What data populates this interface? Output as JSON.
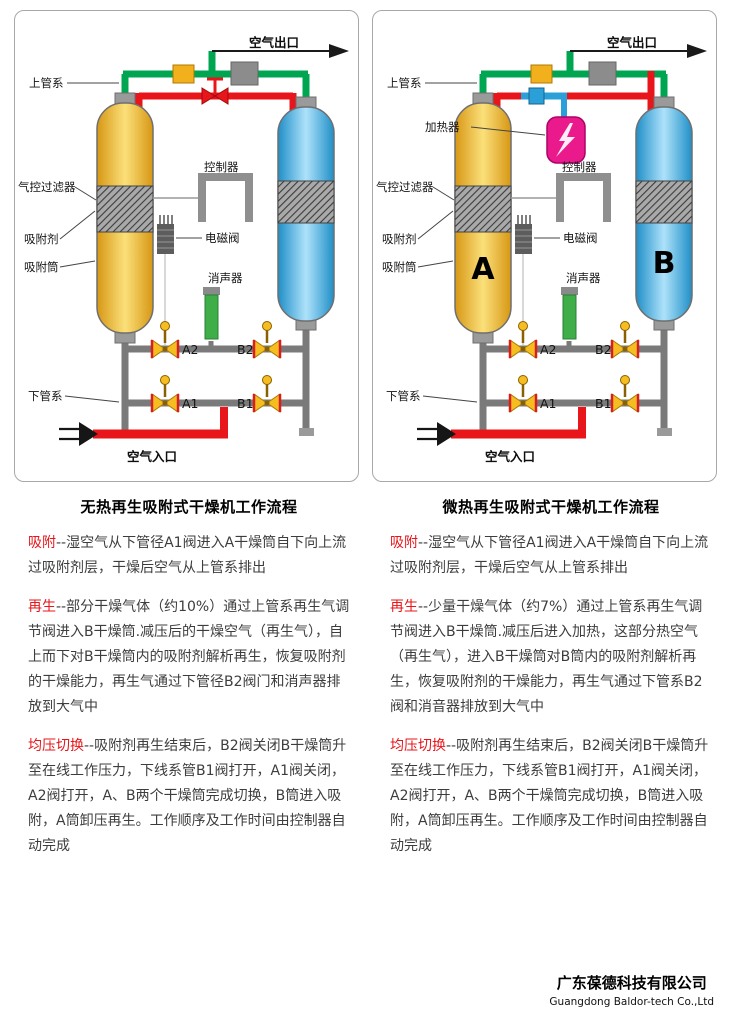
{
  "colors": {
    "pipe_green": "#00a551",
    "pipe_red": "#e8151a",
    "pipe_gray": "#7a7a7a",
    "tank_yellow": "#f0b32a",
    "tank_blue": "#54b8e8",
    "muffler_green": "#3fae49",
    "heater_magenta": "#ea1a8c",
    "valve_yellow": "#f5bd22",
    "keyword_red": "#e8151a"
  },
  "diagram_left": {
    "title": "无热再生吸附式干燥机工作流程",
    "labels": {
      "air_outlet": "空气出口",
      "upper_pipe": "上管系",
      "filter": "气控过滤器",
      "adsorbent": "吸附剂",
      "adsorber_tube": "吸附筒",
      "controller": "控制器",
      "solenoid_valve": "电磁阀",
      "muffler": "消声器",
      "valve_a2": "A2",
      "valve_b2": "B2",
      "valve_a1": "A1",
      "valve_b1": "B1",
      "lower_pipe": "下管系",
      "air_inlet": "空气入口"
    },
    "sections": [
      {
        "keyword": "吸附",
        "text": "--湿空气从下管径A1阀进入A干燥筒自下向上流过吸附剂层，干燥后空气从上管系排出"
      },
      {
        "keyword": "再生",
        "text": "--部分干燥气体（约10%）通过上管系再生气调节阀进入B干燥筒.减压后的干燥空气（再生气），自上而下对B干燥筒内的吸附剂解析再生，恢复吸附剂的干燥能力，再生气通过下管径B2阀门和消声器排放到大气中"
      },
      {
        "keyword": "均压切换",
        "text": "--吸附剂再生结束后，B2阀关闭B干燥筒升至在线工作压力，下线系管B1阀打开，A1阀关闭，A2阀打开，A、B两个干燥筒完成切换，B筒进入吸附，A筒卸压再生。工作顺序及工作时间由控制器自动完成"
      }
    ]
  },
  "diagram_right": {
    "title": "微热再生吸附式干燥机工作流程",
    "labels": {
      "air_outlet": "空气出口",
      "upper_pipe": "上管系",
      "heater": "加热器",
      "filter": "气控过滤器",
      "adsorbent": "吸附剂",
      "adsorber_tube": "吸附筒",
      "controller": "控制器",
      "solenoid_valve": "电磁阀",
      "muffler": "消声器",
      "tank_a": "A",
      "tank_b": "B",
      "valve_a2": "A2",
      "valve_b2": "B2",
      "valve_a1": "A1",
      "valve_b1": "B1",
      "lower_pipe": "下管系",
      "air_inlet": "空气入口"
    },
    "sections": [
      {
        "keyword": "吸附",
        "text": "--湿空气从下管径A1阀进入A干燥筒自下向上流过吸附剂层，干燥后空气从上管系排出"
      },
      {
        "keyword": "再生",
        "text": "--少量干燥气体（约7%）通过上管系再生气调节阀进入B干燥筒.减压后进入加热，这部分热空气（再生气），进入B干燥筒对B筒内的吸附剂解析再生，恢复吸附剂的干燥能力，再生气通过下管系B2阀和消音器排放到大气中"
      },
      {
        "keyword": "均压切换",
        "text": "--吸附剂再生结束后，B2阀关闭B干燥筒升至在线工作压力，下线系管B1阀打开，A1阀关闭，A2阀打开，A、B两个干燥筒完成切换，B筒进入吸附，A筒卸压再生。工作顺序及工作时间由控制器自动完成"
      }
    ]
  },
  "footer": {
    "company_cn": "广东葆德科技有限公司",
    "company_en": "Guangdong Baldor-tech Co.,Ltd"
  }
}
